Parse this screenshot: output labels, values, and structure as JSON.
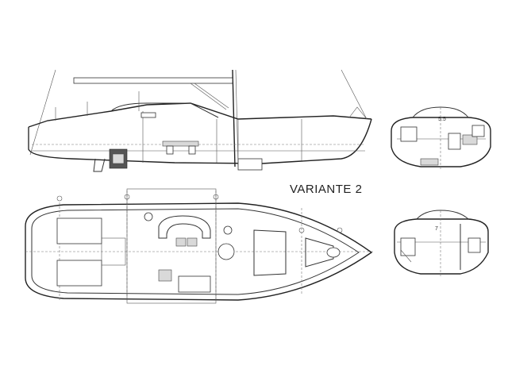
{
  "drawing": {
    "variant_label": "VARIANTE 2",
    "section_mark_top": "5.5",
    "section_mark_bottom": "7"
  }
}
